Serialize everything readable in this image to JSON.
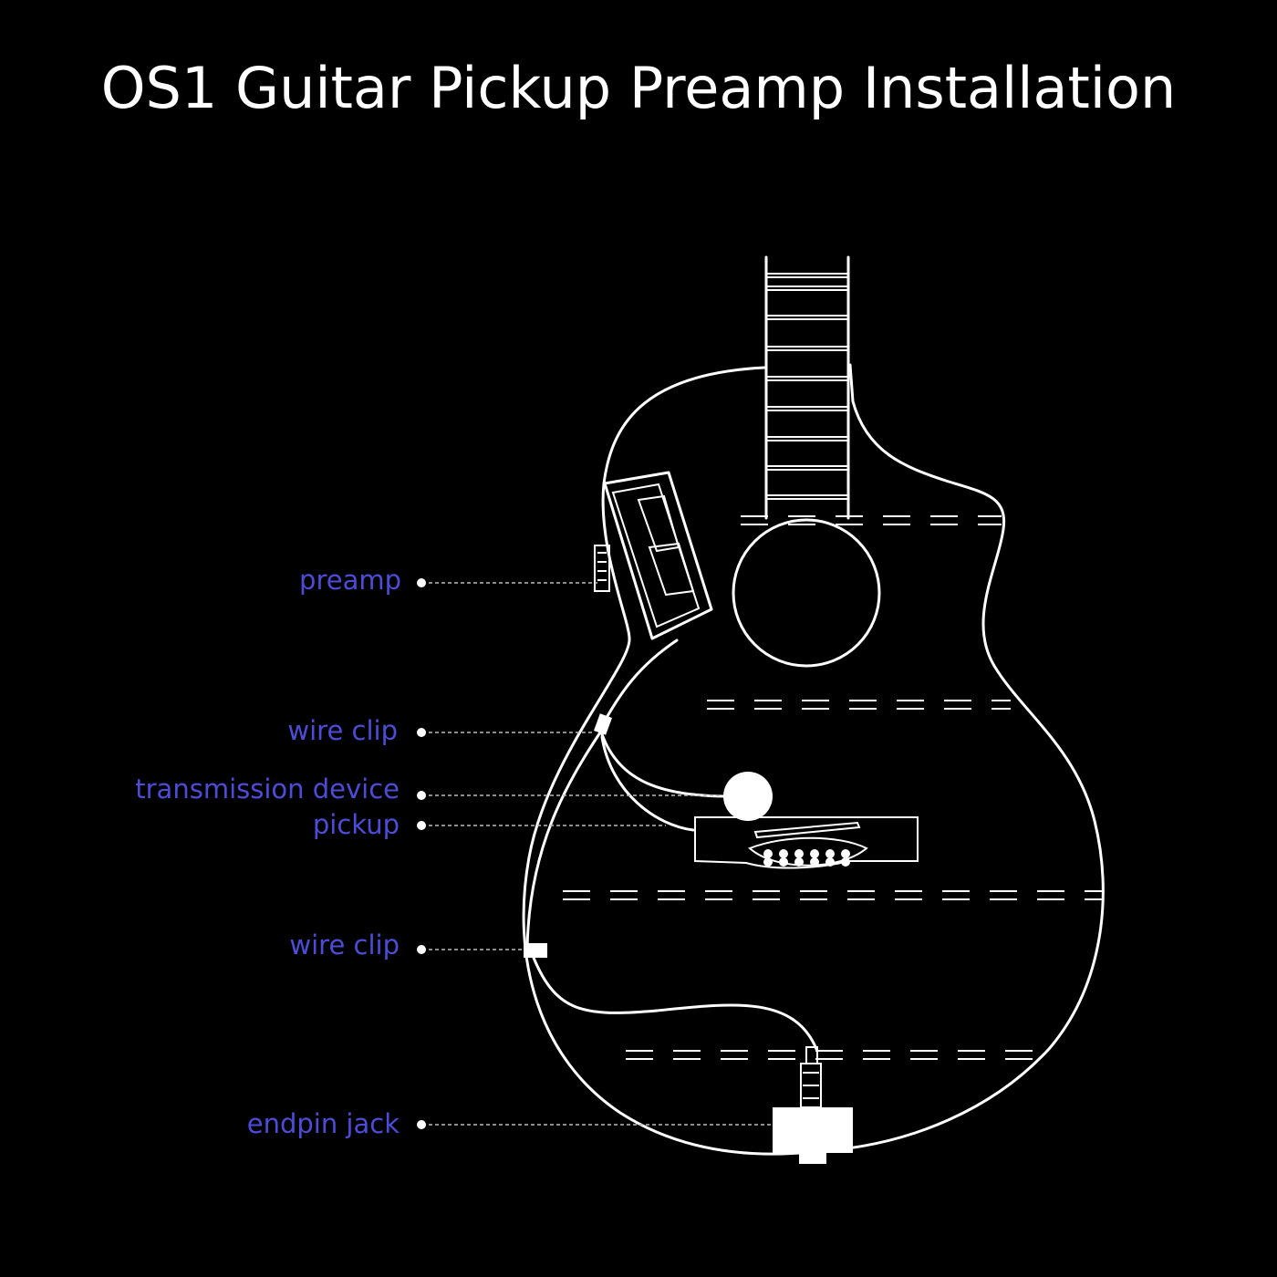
{
  "title": "OS1 Guitar Pickup Preamp Installation",
  "labels": {
    "preamp": "preamp",
    "wire_clip_upper": "wire clip",
    "transmission_device": "transmission device",
    "pickup": "pickup",
    "wire_clip_lower": "wire clip",
    "endpin_jack": "endpin jack"
  },
  "colors": {
    "background": "#000000",
    "line": "#ffffff",
    "label": "#4c4cd9"
  }
}
